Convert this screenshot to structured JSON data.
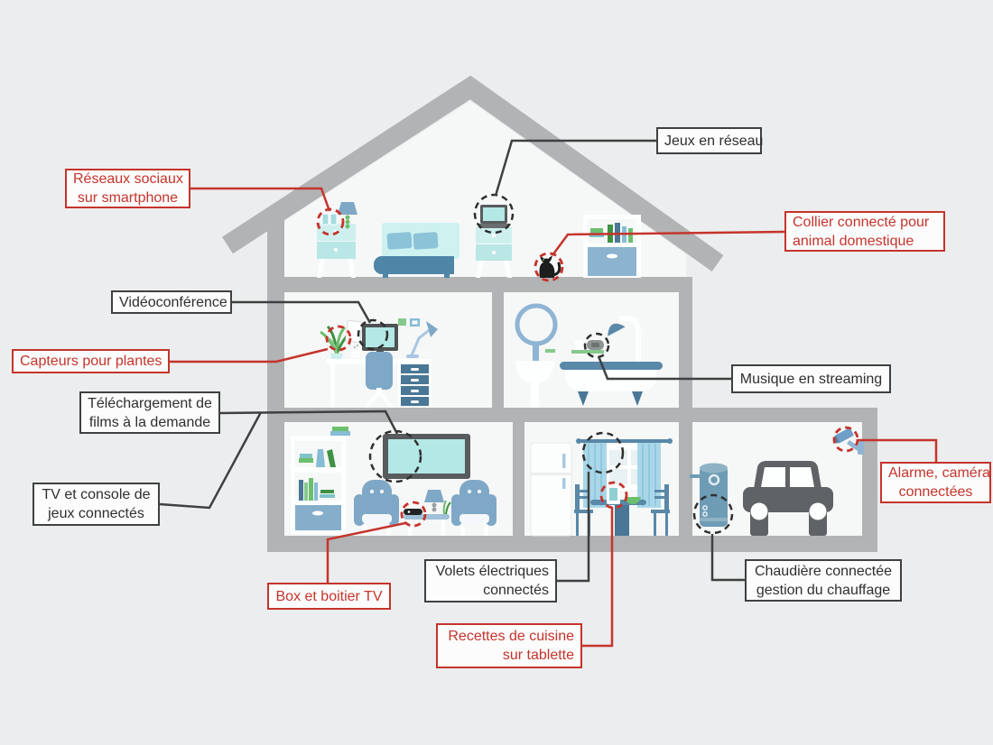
{
  "palette": {
    "bg": "#ecedee",
    "room": "#f6f7f7",
    "beam": "#b1b3b4",
    "ink": "#3f4040",
    "ink_text": "#2e2f30",
    "red": "#c5342c",
    "box_bg": "#fcfcfc",
    "screen": "#b3e8e6",
    "blue_mid": "#7fa8c7",
    "blue_steel": "#5988a8",
    "blue_deep": "#4a7795",
    "green": "#6cbf6f",
    "green_dark": "#3f9142",
    "curtain": "#aad7e8",
    "car_gray": "#5f6365",
    "black": "#1d1d1d"
  },
  "labels": {
    "reseaux_sociaux": {
      "lines": [
        "Réseaux sociaux",
        "sur smartphone"
      ],
      "style": "red",
      "device": "smartphones-icon"
    },
    "jeux_en_reseau": {
      "lines": [
        "Jeux en réseau"
      ],
      "style": "dark",
      "device": "laptop-icon"
    },
    "collier": {
      "lines": [
        "Collier connecté pour",
        "animal domestique"
      ],
      "style": "red",
      "device": "cat-icon"
    },
    "videoconference": {
      "lines": [
        "Vidéoconférence"
      ],
      "style": "dark",
      "device": "monitor-icon"
    },
    "capteurs_plantes": {
      "lines": [
        "Capteurs pour plantes"
      ],
      "style": "red",
      "device": "plant-icon"
    },
    "telechargement": {
      "lines": [
        "Téléchargement de",
        "films à la demande"
      ],
      "style": "dark",
      "device": "tv-icon"
    },
    "tv_console": {
      "lines": [
        "TV et console de",
        "jeux connectés"
      ],
      "style": "dark",
      "device": "tv-icon"
    },
    "musique": {
      "lines": [
        "Musique en streaming"
      ],
      "style": "dark",
      "device": "speaker-icon"
    },
    "alarme": {
      "lines": [
        "Alarme, caméra",
        "connectées"
      ],
      "style": "red",
      "device": "camera-icon"
    },
    "box_tv": {
      "lines": [
        "Box et boitier TV"
      ],
      "style": "red",
      "device": "tv-box-icon"
    },
    "volets": {
      "lines": [
        "Volets électriques",
        "connectés"
      ],
      "style": "dark",
      "device": "curtains-icon"
    },
    "recettes": {
      "lines": [
        "Recettes de cuisine",
        "sur tablette"
      ],
      "style": "red",
      "device": "tablet-icon"
    },
    "chaudiere": {
      "lines": [
        "Chaudière connectée",
        "gestion du chauffage"
      ],
      "style": "dark",
      "device": "boiler-icon"
    }
  }
}
